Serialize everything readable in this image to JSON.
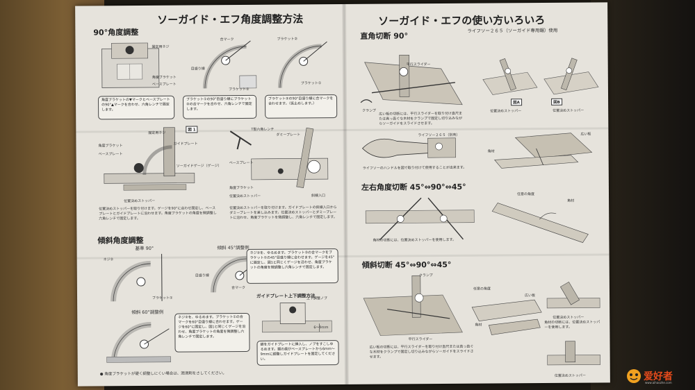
{
  "left": {
    "title": "ソーガイド・エフ角度調整方法",
    "sec_90": "90°角度調整",
    "sec_bevel": "傾斜角度調整",
    "label_standard90": "基準 90°",
    "label_bevel45": "傾斜 45°調整例",
    "label_bevel60": "傾斜 60°調整例",
    "label_guideplate_adjust": "ガイドプレート上下調整方法",
    "fig_labels": {
      "angle_bracket": "角度ブラケット",
      "fixing_screw": "固定用ネジ",
      "base_plate": "ベースプレート",
      "bracket1": "ブラケット①",
      "bracket2": "ブラケット②",
      "eye_scale": "目盛り線",
      "align_mark": "合マーク",
      "fig1": "図 1",
      "hex_wrench": "T型六角レンチ",
      "guide_plate": "ガイドプレート",
      "sawguide_gauge": "ソーガイドゲージ（ゲージ）",
      "positioning_stopper": "位置決めストッパー",
      "dummy_plate": "ダミープレート",
      "screw1": "ネジ①",
      "screw2": "ネジ②",
      "top_side": "上下調整ノブ",
      "slot": "斜線入口",
      "range": "6～9mm"
    },
    "box1": "角度ブラケットの▼マークとベースプレートの90°▲マークを合わせ、六角レンチで固定します。",
    "box2": "ブラケット①の90°目盛り線にブラケット②の合マークを合わせ、六角レンチで固定します。",
    "box3": "ブラケット②の90°目盛り線に合マークを合わせます。（仮止めします。）",
    "para_a": "位置決めストッパーを取り付けます。ゲージを90°に合わせ固定し、ベースプレートとガイドプレートに沿わせます。角度ブラケットの角度を微調整し六角レンチで固定します。",
    "para_b": "位置決めストッパーを取り付けます。ガイドプレートの斜線入口からダミープレートを差し込みます。位置決めストッパーとダミープレートに沿わせ、角度ブラケットを微調整し、六角レンチで固定します。",
    "box_45": "ネジ②を、ゆるめます。ブラケット②の合マークをブラケット①の45°目盛り線に合わせます。ゲージを45°に固定し、図1と同じくゲージを沿わせ、角度ブラケットの角度を微調整し六角レンチで固定します。",
    "box_60": "ネジ②を、ゆるめます。ブラケット①の合マークを60°目盛り線に合わせます。ゲージを60°に固定し、図1と同じくゲージを沿わせ、角度ブラケットの角度を微調整し六角レンチで固定します。",
    "box_guide": "鋸をガイドプレートに挿入し、ノブをすこしゆるめます。鋸の歯がベースプレートから6mm～9mmに調整しガイドプレートを固定してください。",
    "footnote": "角度ブラケットが硬く調整しにくい場合は、潤滑剤をさしてください。"
  },
  "right": {
    "title": "ソーガイド・エフの使い方いろいろ",
    "subtitle": "ライフソー２６５（ソーガイド専用鋸）使用",
    "sec_right_angle": "直角切断 90°",
    "sec_left_right": "左右角度切断 45°⇔90°⇔45°",
    "sec_bevel": "傾斜切断 45°⇔90°⇔45°",
    "labels": {
      "parallel_slider": "平行スライダー",
      "clamp": "クランプ",
      "lifesaw": "ライフソー２６５（別売）",
      "wide_board": "広い板",
      "square_lumber": "角材",
      "angle_any": "任意の角度",
      "stopper": "位置決めストッパー",
      "fig_a": "図A",
      "fig_b": "図B"
    },
    "para_wide": "広い板の切断には、平行スライダーを取り付け直尺または真っ直ぐな木材をクランプで固定し切り込みながらソーガイドをスライドさせます。",
    "para_handle": "ライフソーのハンドルを図で取り付けて使用することが出来ます。",
    "para_stopper": "角材の切断には、位置決めストッパーを使用します。",
    "para_bevel": "広い板の切断には、平行スライダーを取り付け直尺または真っ直ぐな木材をクランプで固定し切り込みながらソーガイドをスライドさせます。",
    "para_square": "角材の切断には、位置決めストッパーを使用します。"
  },
  "watermark": {
    "brand": "爱好者",
    "url": "www.aihaozhe.com"
  }
}
